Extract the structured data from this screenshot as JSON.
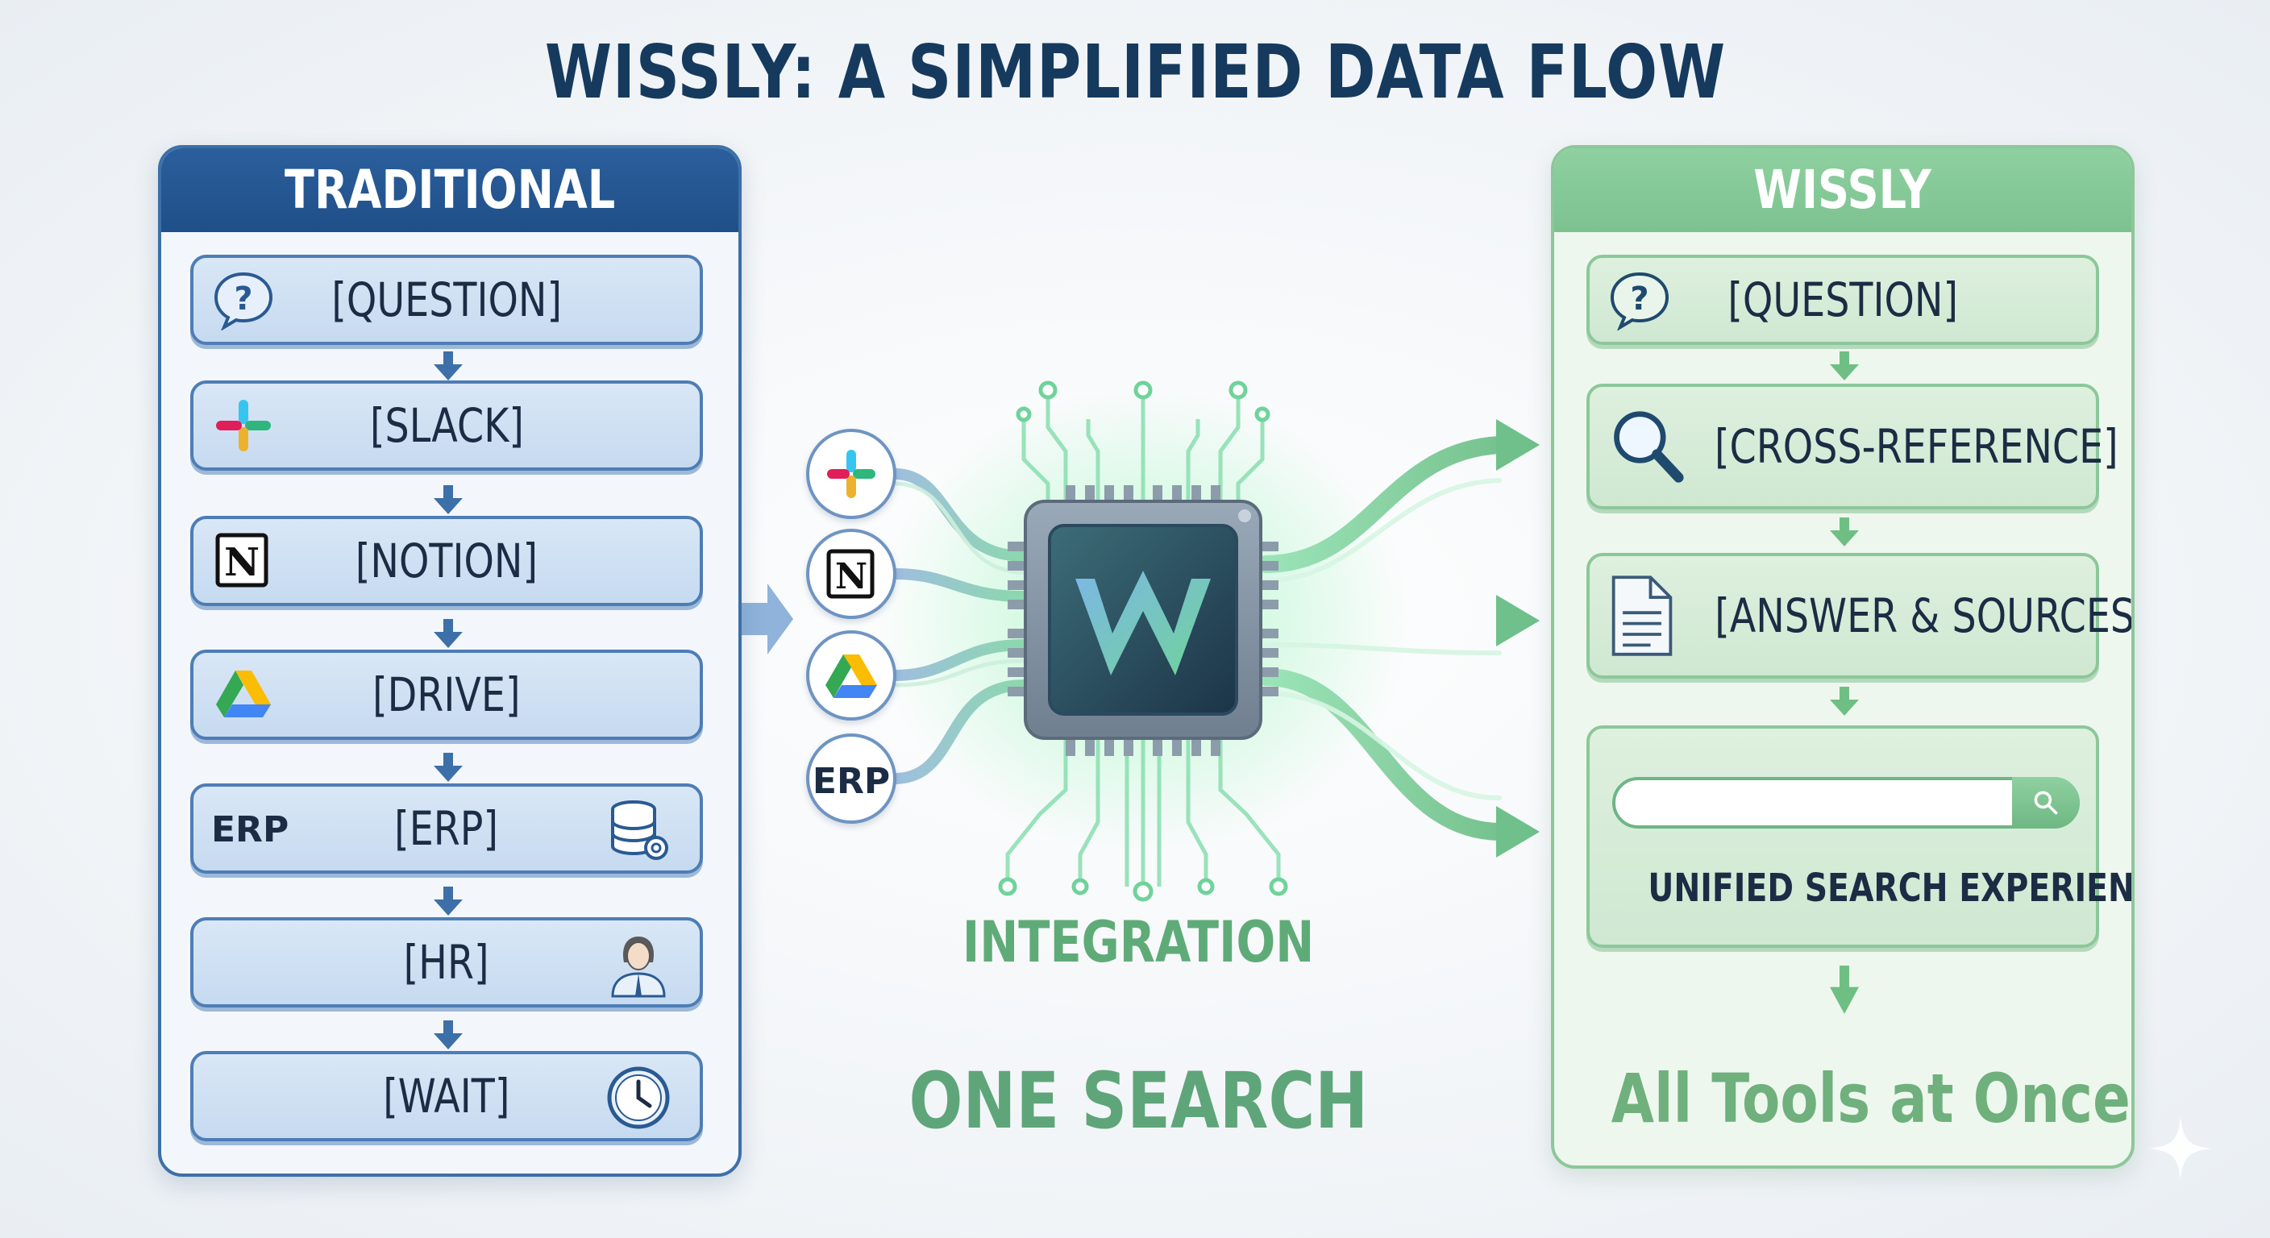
{
  "title": "WISSLY: A SIMPLIFIED DATA FLOW",
  "traditional": {
    "header": "TRADITIONAL",
    "steps": [
      {
        "label": "[QUESTION]",
        "icon": "question-bubble-icon"
      },
      {
        "label": "[SLACK]",
        "icon": "slack-icon"
      },
      {
        "label": "[NOTION]",
        "icon": "notion-icon"
      },
      {
        "label": "[DRIVE]",
        "icon": "google-drive-icon"
      },
      {
        "label": "[ERP]",
        "icon": "database-gear-icon",
        "badge": "ERP"
      },
      {
        "label": "[HR]",
        "icon": "person-icon"
      },
      {
        "label": "[WAIT]",
        "icon": "clock-icon"
      }
    ]
  },
  "center": {
    "sources": [
      {
        "icon": "slack-icon"
      },
      {
        "icon": "notion-icon"
      },
      {
        "icon": "google-drive-icon"
      },
      {
        "icon": "erp-badge",
        "label": "ERP"
      }
    ],
    "chip_icon": "wissly-w-chip-icon",
    "integration_label": "INTEGRATION",
    "one_search_label": "ONE SEARCH"
  },
  "wissly": {
    "header": "WISSLY",
    "steps": [
      {
        "label": "[QUESTION]",
        "icon": "question-bubble-icon"
      },
      {
        "label": "[CROSS-REFERENCE]",
        "icon": "magnifier-icon"
      },
      {
        "label": "[ANSWER & SOURCES]",
        "icon": "document-icon"
      }
    ],
    "search_box": {
      "label": "UNIFIED SEARCH EXPERIENCE",
      "icon": "search-icon"
    },
    "footer": "All Tools at Once"
  },
  "colors": {
    "title": "#163a5e",
    "traditional_header": "#2b5f9c",
    "wissly_header": "#7cc28f",
    "accent_green": "#5fab78"
  }
}
